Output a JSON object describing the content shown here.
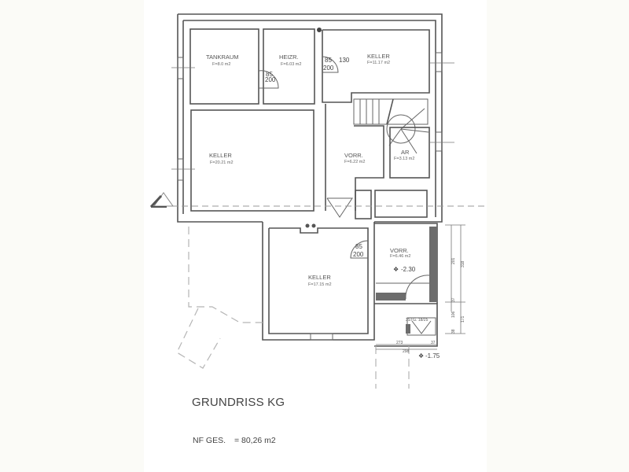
{
  "drawing": {
    "title": "GRUNDRISS KG",
    "total_area_label": "NF GES.",
    "total_area_value": "= 80,26 m2",
    "colors": {
      "background": "#fbfbf7",
      "sheet": "#ffffff",
      "lines": "#555555",
      "hatch": "#6d6d6d"
    }
  },
  "rooms": [
    {
      "name": "TANKRAUM",
      "area": "F=8.0 m2"
    },
    {
      "name": "HEIZR.",
      "area": "F=6.03 m2"
    },
    {
      "name": "KELLER",
      "area": "F=11.17 m2"
    },
    {
      "name": "KELLER",
      "area": "F=20.21 m2"
    },
    {
      "name": "VORR.",
      "area": "F=6.22 m2"
    },
    {
      "name": "AR",
      "area": "F=3.13 m2"
    },
    {
      "name": "KELLER",
      "area": "F=17.15 m2"
    },
    {
      "name": "VORR.",
      "area": "F=6.46 m2"
    }
  ],
  "doors": [
    {
      "width": "85",
      "height": "200"
    },
    {
      "width": "85",
      "height": "200"
    },
    {
      "width": "85",
      "height": "200"
    }
  ],
  "annotations": {
    "door_extra": "130",
    "level_1": "-2.30",
    "level_2": "-1.75",
    "stair_note": "3STG. 18/25",
    "dims_right": [
      "318",
      "201",
      "37",
      "171",
      "106",
      "38"
    ],
    "dims_bottom": [
      "273",
      "37",
      "298"
    ]
  }
}
